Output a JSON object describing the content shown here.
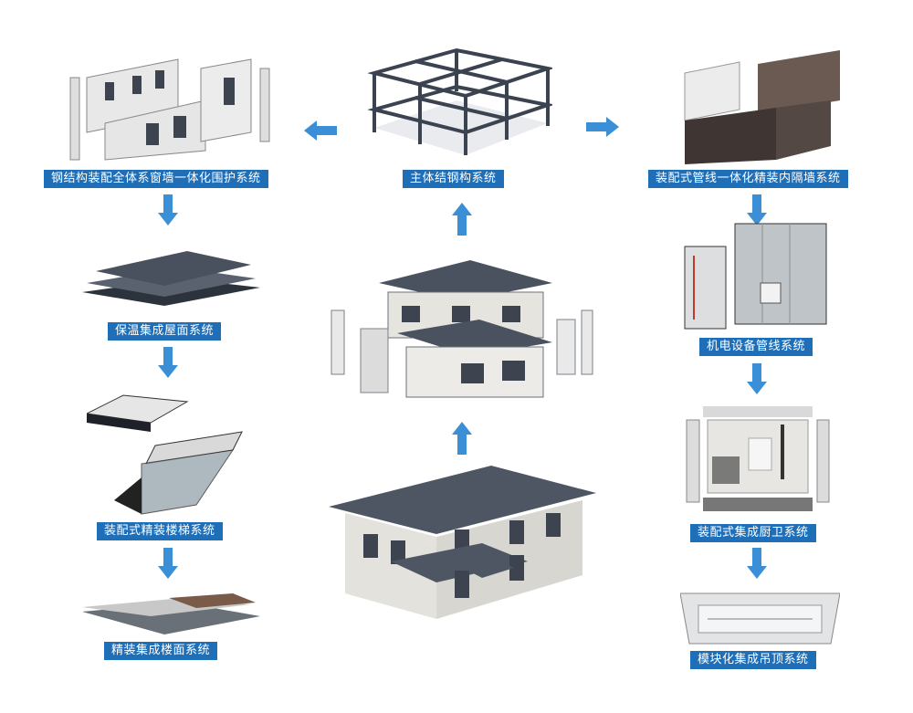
{
  "center": {
    "main_structure_label": "主体结钢构系统"
  },
  "left": {
    "enclosure_label": "钢结构装配全体系窗墙一体化围护系统",
    "roof_label": "保温集成屋面系统",
    "stairs_label": "装配式精装楼梯系统",
    "floor_label": "精装集成楼面系统"
  },
  "right": {
    "partition_label": "装配式管线一体化精装内隔墙系统",
    "mep_label": "机电设备管线系统",
    "bath_label": "装配式集成厨卫系统",
    "ceiling_label": "模块化集成吊顶系统"
  },
  "colors": {
    "label_bg": "#1f6fb8",
    "arrow": "#3a8fd6"
  }
}
